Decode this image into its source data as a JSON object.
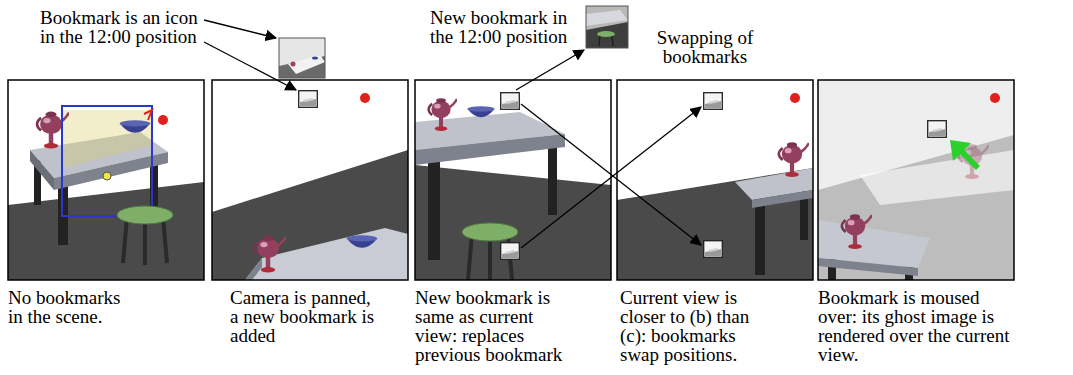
{
  "diagram": {
    "labels": [
      "Bookmark is an icon in the 12:00 position",
      "New bookmark in the 12:00 position",
      "Swapping of bookmarks",
      "No bookmarks in the scene.",
      "Camera is panned, a new bookmark is added",
      "New bookmark is same as current view: replaces previous bookmark",
      "Current view is closer to (b) than (c): bookmarks swap positions.",
      "Bookmark is moused over: its ghost image is rendered over the current view."
    ]
  }
}
